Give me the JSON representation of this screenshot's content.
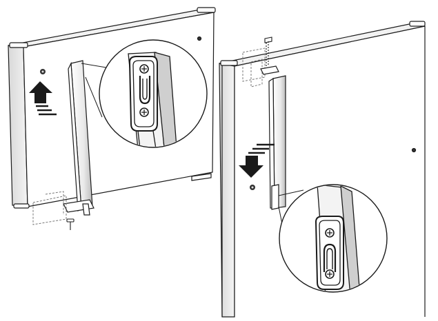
{
  "figure": {
    "description_text": "",
    "colors": {
      "line": "#1a1a1a",
      "door_face": "#ffffff",
      "door_edge": "#e2e2e2",
      "arrow": "#1a1a1a",
      "dashed_guide": "#777777"
    },
    "steps": [
      {
        "name": "left-door-remove",
        "direction": "up"
      },
      {
        "name": "right-door-attach",
        "direction": "down"
      }
    ]
  }
}
